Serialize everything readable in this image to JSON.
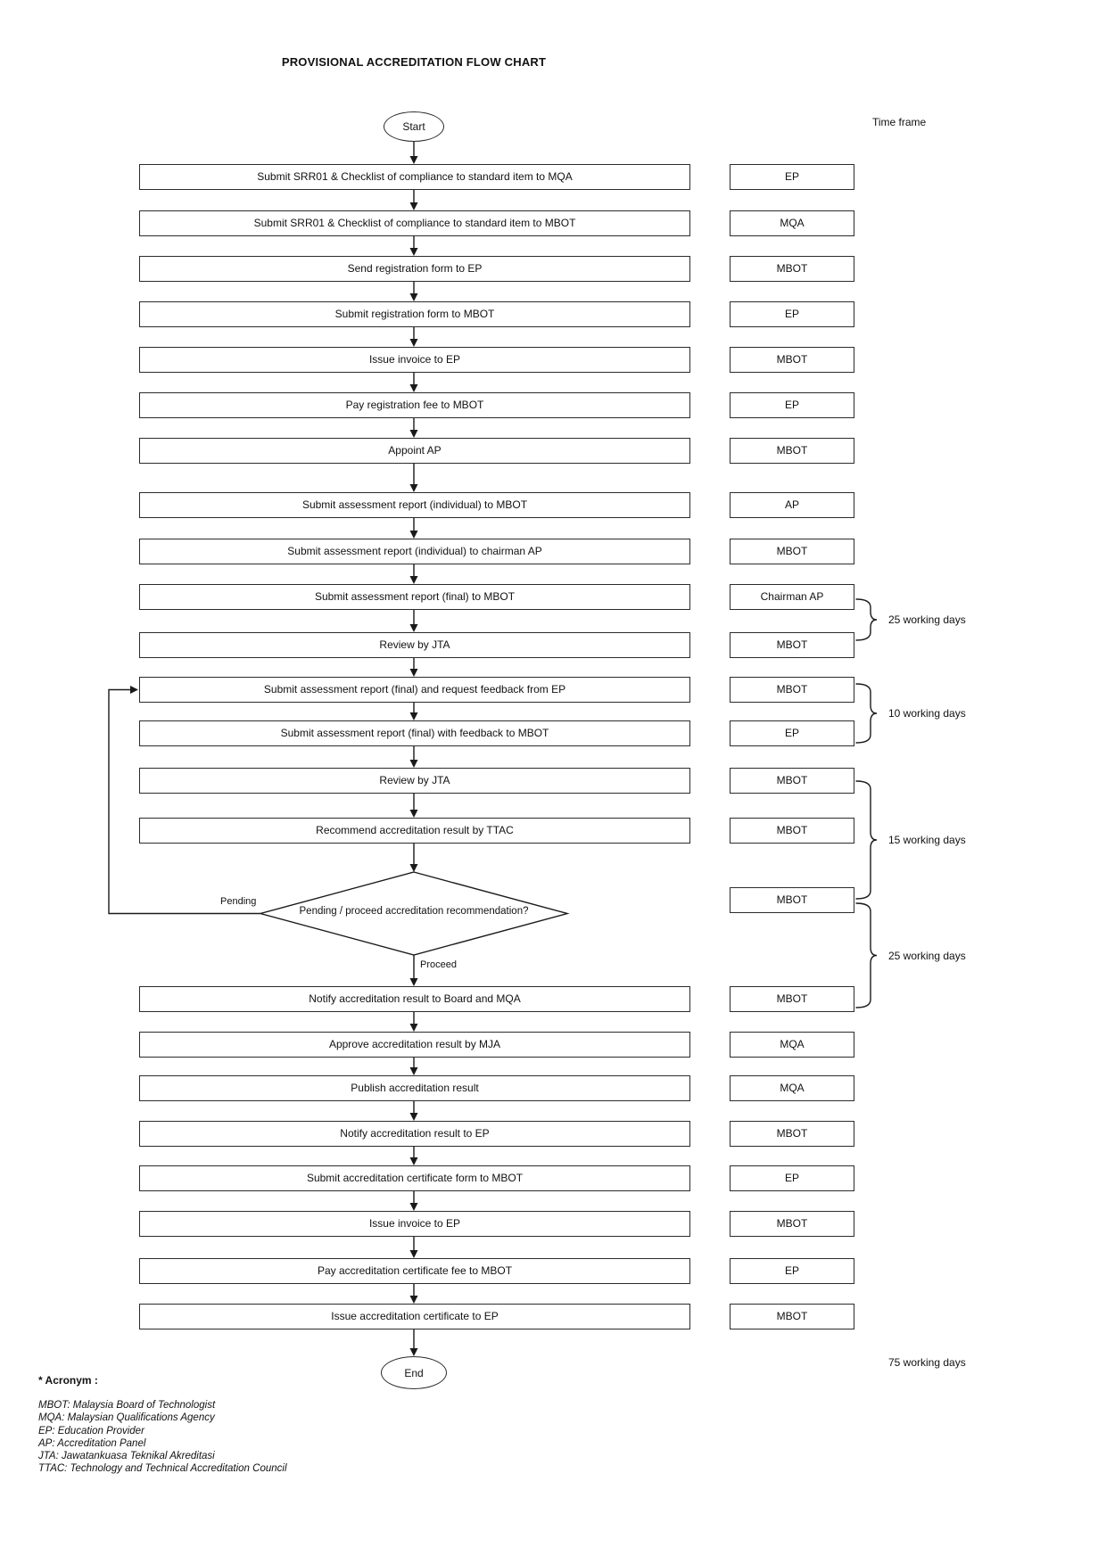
{
  "header": {
    "title": "PROVISIONAL ACCREDITATION FLOW CHART",
    "time_frame_label": "Time frame"
  },
  "flow": {
    "start_label": "Start",
    "end_label": "End",
    "steps": [
      {
        "label": "Submit SRR01 & Checklist of compliance to standard item to MQA",
        "actor": "EP"
      },
      {
        "label": "Submit SRR01 & Checklist of compliance to standard item to MBOT",
        "actor": "MQA"
      },
      {
        "label": "Send registration form to EP",
        "actor": "MBOT"
      },
      {
        "label": "Submit registration form to MBOT",
        "actor": "EP"
      },
      {
        "label": "Issue invoice to EP",
        "actor": "MBOT"
      },
      {
        "label": "Pay registration fee to MBOT",
        "actor": "EP"
      },
      {
        "label": "Appoint AP",
        "actor": "MBOT"
      },
      {
        "label": "Submit assessment report (individual) to MBOT",
        "actor": "AP"
      },
      {
        "label": "Submit assessment report (individual) to chairman AP",
        "actor": "MBOT"
      },
      {
        "label": "Submit assessment report (final) to MBOT",
        "actor": "Chairman AP"
      },
      {
        "label": "Review by JTA",
        "actor": "MBOT"
      },
      {
        "label": "Submit assessment report (final) and request feedback from EP",
        "actor": "MBOT"
      },
      {
        "label": "Submit assessment report (final) with feedback to MBOT",
        "actor": "EP"
      },
      {
        "label": "Review by JTA",
        "actor": "MBOT"
      },
      {
        "label": "Recommend accreditation result by TTAC",
        "actor": "MBOT"
      },
      {
        "type": "decision",
        "label": "Pending / proceed accreditation recommendation?",
        "actor": "MBOT",
        "branch_left": "Pending",
        "branch_down": "Proceed"
      },
      {
        "label": "Notify accreditation result to Board and MQA",
        "actor": "MBOT"
      },
      {
        "label": "Approve accreditation result by MJA",
        "actor": "MQA"
      },
      {
        "label": "Publish accreditation result",
        "actor": "MQA"
      },
      {
        "label": "Notify accreditation result to EP",
        "actor": "MBOT"
      },
      {
        "label": "Submit accreditation certificate form to MBOT",
        "actor": "EP"
      },
      {
        "label": "Issue invoice to EP",
        "actor": "MBOT"
      },
      {
        "label": "Pay accreditation certificate fee to MBOT",
        "actor": "EP"
      },
      {
        "label": "Issue accreditation certificate to EP",
        "actor": "MBOT"
      }
    ]
  },
  "time_frames": [
    {
      "label": "25 working days"
    },
    {
      "label": "10 working days"
    },
    {
      "label": "15 working days"
    },
    {
      "label": "25 working days"
    },
    {
      "label": "75 working days"
    }
  ],
  "acronyms": {
    "heading": "* Acronym :",
    "items": [
      "MBOT: Malaysia Board of Technologist",
      "MQA: Malaysian Qualifications Agency",
      "EP: Education Provider",
      "AP: Accreditation Panel",
      "JTA: Jawatankuasa Teknikal Akreditasi",
      "TTAC: Technology and Technical Accreditation Council"
    ]
  },
  "colors": {
    "line": "#1a1a1a",
    "box_border": "#2b2b2b",
    "background": "#ffffff"
  }
}
